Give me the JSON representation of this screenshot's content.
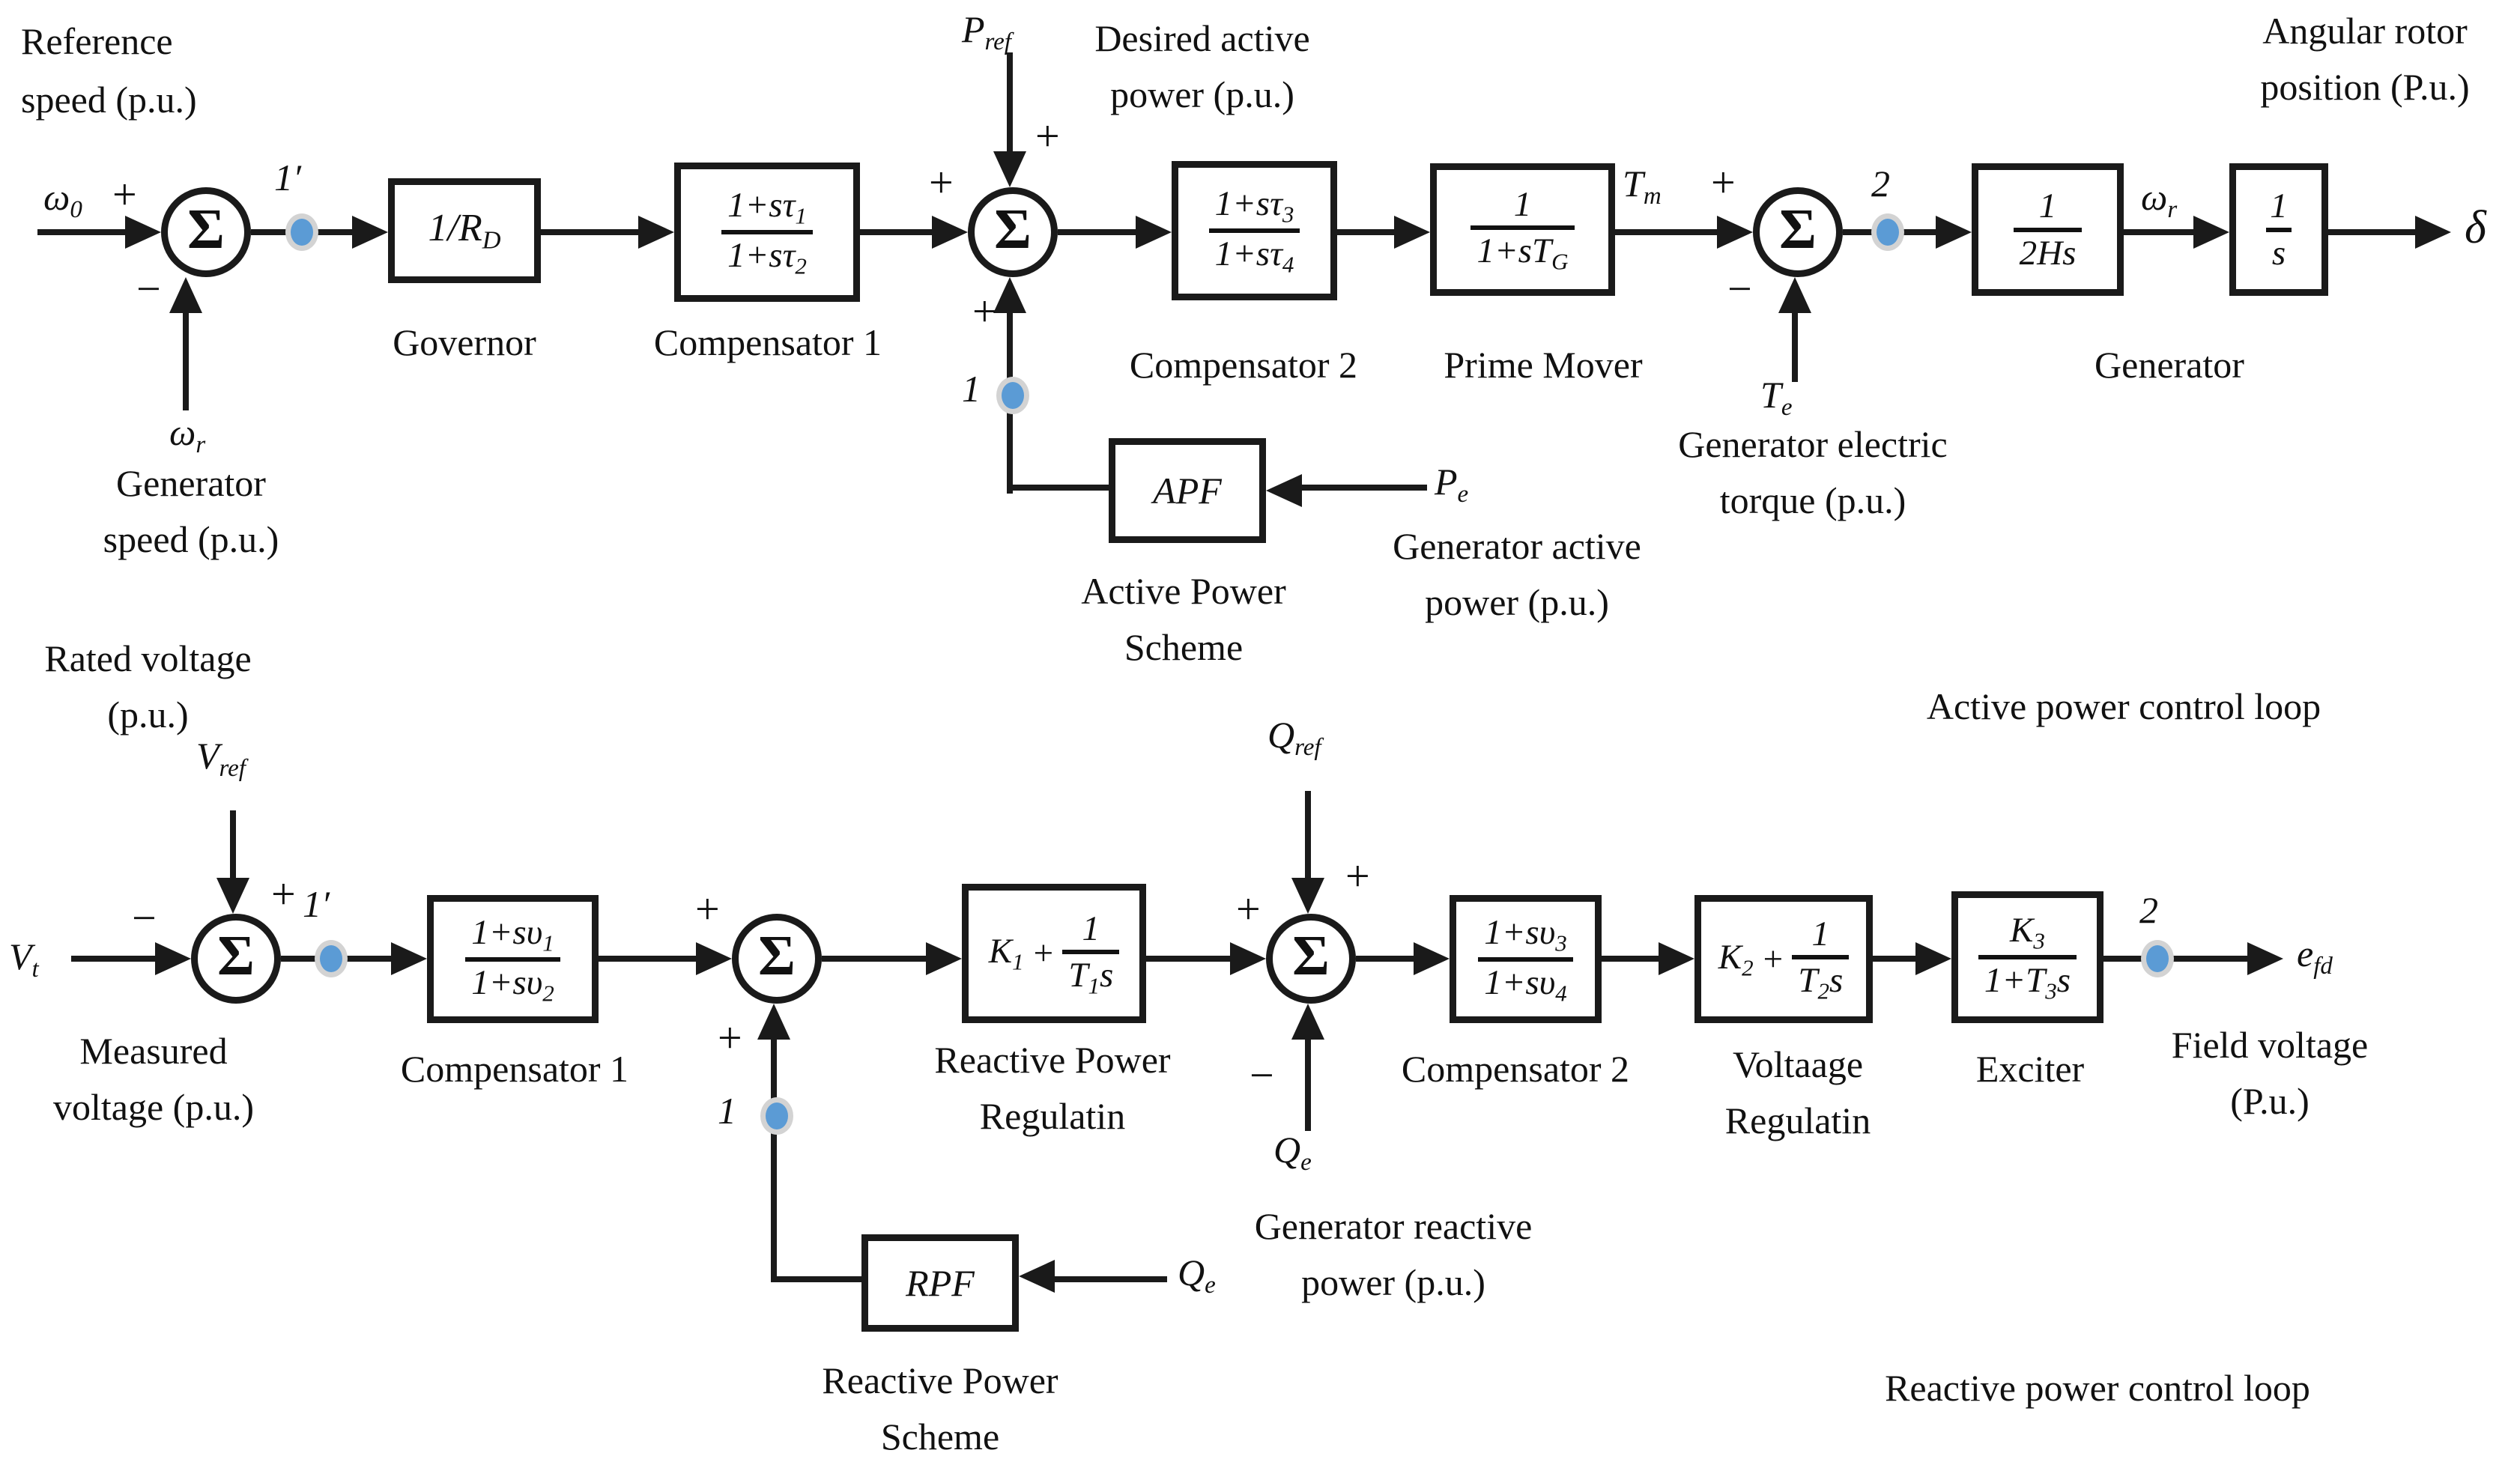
{
  "colors": {
    "node_fill": "#5b9bd5",
    "node_ring": "#d3d3d3",
    "line": "#1a1a1a"
  },
  "sum_symbol": "Σ",
  "signs": {
    "plus": "+",
    "minus": "−"
  },
  "captions": {
    "active_loop": "Active power control loop",
    "reactive_loop": "Reactive power control loop"
  },
  "top": {
    "labels": {
      "reference_speed_1": "Reference",
      "reference_speed_2": "speed (p.u.)",
      "generator_speed_1": "Generator",
      "generator_speed_2": "speed (p.u.)",
      "desired_power_1": "Desired active",
      "desired_power_2": "power (p.u.)",
      "gen_active_1": "Generator active",
      "gen_active_2": "power (p.u.)",
      "gen_torque_1": "Generator electric",
      "gen_torque_2": "torque (p.u.)",
      "angular_1": "Angular rotor",
      "angular_2": "position (P.u.)",
      "governor": "Governor",
      "compensator1": "Compensator 1",
      "compensator2": "Compensator 2",
      "prime_mover": "Prime Mover",
      "generator": "Generator",
      "aps_1": "Active Power",
      "aps_2": "Scheme"
    },
    "signals": {
      "omega0_base": "ω",
      "omega0_sub": "0",
      "omega_r_base": "ω",
      "omega_r_sub": "r",
      "p_ref_base": "P",
      "p_ref_sub": "ref",
      "t_m_base": "T",
      "t_m_sub": "m",
      "t_e_base": "T",
      "t_e_sub": "e",
      "p_e_base": "P",
      "p_e_sub": "e",
      "delta": "δ",
      "node_1p": "1′",
      "node_1": "1",
      "node_2": "2"
    },
    "blocks": {
      "governor_pre": "1/R",
      "governor_sub": "D",
      "c1_num_pre": "1+sτ",
      "c1_num_sub": "1",
      "c1_den_pre": "1+sτ",
      "c1_den_sub": "2",
      "c2_num_pre": "1+sτ",
      "c2_num_sub": "3",
      "c2_den_pre": "1+sτ",
      "c2_den_sub": "4",
      "pm_num": "1",
      "pm_den_pre": "1+sT",
      "pm_den_sub": "G",
      "gen_num": "1",
      "gen_den": "2Hs",
      "int_num": "1",
      "int_den": "s",
      "apf": "APF"
    }
  },
  "bottom": {
    "labels": {
      "rated_1": "Rated voltage",
      "rated_2": "(p.u.)",
      "measured_1": "Measured",
      "measured_2": "voltage (p.u.)",
      "compensator1": "Compensator 1",
      "compensator2": "Compensator 2",
      "rpr_1": "Reactive Power",
      "rpr_2": "Regulatin",
      "vr_1": "Voltaage",
      "vr_2": "Regulatin",
      "exciter": "Exciter",
      "rps_1": "Reactive Power",
      "rps_2": "Scheme",
      "gen_reactive_1": "Generator reactive",
      "gen_reactive_2": "power (p.u.)",
      "field_1": "Field voltage",
      "field_2": "(P.u.)"
    },
    "signals": {
      "v_ref_base": "V",
      "v_ref_sub": "ref",
      "v_t_base": "V",
      "v_t_sub": "t",
      "q_ref_base": "Q",
      "q_ref_sub": "ref",
      "q_e_base": "Q",
      "q_e_sub": "e",
      "e_fd_base": "e",
      "e_fd_sub": "fd",
      "node_1p": "1′",
      "node_1": "1",
      "node_2": "2"
    },
    "blocks": {
      "c1_num_pre": "1+sυ",
      "c1_num_sub": "1",
      "c1_den_pre": "1+sυ",
      "c1_den_sub": "2",
      "c2_num_pre": "1+sυ",
      "c2_num_sub": "3",
      "c2_den_pre": "1+sυ",
      "c2_den_sub": "4",
      "k1_base": "K",
      "k1_sub": "1",
      "k1_num": "1",
      "k1_den_pre": "T",
      "k1_den_sub": "1",
      "k1_den_post": "s",
      "k2_base": "K",
      "k2_sub": "2",
      "k2_num": "1",
      "k2_den_pre": "T",
      "k2_den_sub": "2",
      "k2_den_post": "s",
      "ex_num_pre": "K",
      "ex_num_sub": "3",
      "ex_den_pre": "1+T",
      "ex_den_sub": "3",
      "ex_den_post": "s",
      "rpf": "RPF"
    }
  }
}
